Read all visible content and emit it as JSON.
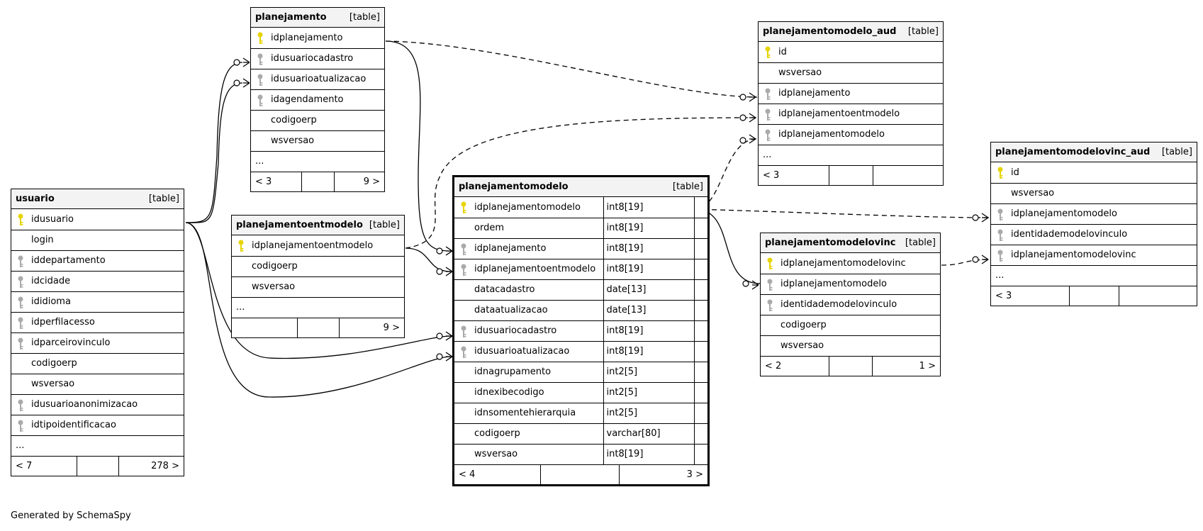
{
  "credit": "Generated by SchemaSpy",
  "tables": {
    "usuario": {
      "name": "usuario",
      "type": "[table]",
      "columns": [
        {
          "name": "idusuario",
          "key": "pk"
        },
        {
          "name": "login",
          "key": ""
        },
        {
          "name": "iddepartamento",
          "key": "fk"
        },
        {
          "name": "idcidade",
          "key": "fk"
        },
        {
          "name": "ididioma",
          "key": "fk"
        },
        {
          "name": "idperfilacesso",
          "key": "fk"
        },
        {
          "name": "idparceirovinculo",
          "key": "fk"
        },
        {
          "name": "codigoerp",
          "key": ""
        },
        {
          "name": "wsversao",
          "key": ""
        },
        {
          "name": "idusuarioanonimizacao",
          "key": "fk"
        },
        {
          "name": "idtipoidentificacao",
          "key": "fk"
        }
      ],
      "more": "...",
      "footer": [
        "< 7",
        "",
        "278 >"
      ]
    },
    "planejamento": {
      "name": "planejamento",
      "type": "[table]",
      "columns": [
        {
          "name": "idplanejamento",
          "key": "pk"
        },
        {
          "name": "idusuariocadastro",
          "key": "fk"
        },
        {
          "name": "idusuarioatualizacao",
          "key": "fk"
        },
        {
          "name": "idagendamento",
          "key": "fk"
        },
        {
          "name": "codigoerp",
          "key": ""
        },
        {
          "name": "wsversao",
          "key": ""
        }
      ],
      "more": "...",
      "footer": [
        "< 3",
        "",
        "9 >"
      ]
    },
    "planejamentoentmodelo": {
      "name": "planejamentoentmodelo",
      "type": "[table]",
      "columns": [
        {
          "name": "idplanejamentoentmodelo",
          "key": "pk"
        },
        {
          "name": "codigoerp",
          "key": ""
        },
        {
          "name": "wsversao",
          "key": ""
        }
      ],
      "more": "...",
      "footer": [
        "",
        "",
        "9 >"
      ]
    },
    "planejamentomodelo": {
      "name": "planejamentomodelo",
      "type": "[table]",
      "columns": [
        {
          "name": "idplanejamentomodelo",
          "dtype": "int8[19]",
          "key": "pk"
        },
        {
          "name": "ordem",
          "dtype": "int8[19]",
          "key": ""
        },
        {
          "name": "idplanejamento",
          "dtype": "int8[19]",
          "key": "fk"
        },
        {
          "name": "idplanejamentoentmodelo",
          "dtype": "int8[19]",
          "key": "fk"
        },
        {
          "name": "datacadastro",
          "dtype": "date[13]",
          "key": ""
        },
        {
          "name": "dataatualizacao",
          "dtype": "date[13]",
          "key": ""
        },
        {
          "name": "idusuariocadastro",
          "dtype": "int8[19]",
          "key": "fk"
        },
        {
          "name": "idusuarioatualizacao",
          "dtype": "int8[19]",
          "key": "fk"
        },
        {
          "name": "idnagrupamento",
          "dtype": "int2[5]",
          "key": ""
        },
        {
          "name": "idnexibecodigo",
          "dtype": "int2[5]",
          "key": ""
        },
        {
          "name": "idnsomentehierarquia",
          "dtype": "int2[5]",
          "key": ""
        },
        {
          "name": "codigoerp",
          "dtype": "varchar[80]",
          "key": ""
        },
        {
          "name": "wsversao",
          "dtype": "int8[19]",
          "key": ""
        }
      ],
      "footer": [
        "< 4",
        "",
        "3 >"
      ]
    },
    "planejamentomodelo_aud": {
      "name": "planejamentomodelo_aud",
      "type": "[table]",
      "columns": [
        {
          "name": "id",
          "key": "pk"
        },
        {
          "name": "wsversao",
          "key": ""
        },
        {
          "name": "idplanejamento",
          "key": "fk"
        },
        {
          "name": "idplanejamentoentmodelo",
          "key": "fk"
        },
        {
          "name": "idplanejamentomodelo",
          "key": "fk"
        }
      ],
      "more": "...",
      "footer": [
        "< 3",
        "",
        ""
      ]
    },
    "planejamentomodelovinc": {
      "name": "planejamentomodelovinc",
      "type": "[table]",
      "columns": [
        {
          "name": "idplanejamentomodelovinc",
          "key": "pk"
        },
        {
          "name": "idplanejamentomodelo",
          "key": "fk"
        },
        {
          "name": "identidademodelovinculo",
          "key": "fk"
        },
        {
          "name": "codigoerp",
          "key": ""
        },
        {
          "name": "wsversao",
          "key": ""
        }
      ],
      "footer": [
        "< 2",
        "",
        "1 >"
      ]
    },
    "planejamentomodelovinc_aud": {
      "name": "planejamentomodelovinc_aud",
      "type": "[table]",
      "columns": [
        {
          "name": "id",
          "key": "pk"
        },
        {
          "name": "wsversao",
          "key": ""
        },
        {
          "name": "idplanejamentomodelo",
          "key": "fk"
        },
        {
          "name": "identidademodelovinculo",
          "key": "fk"
        },
        {
          "name": "idplanejamentomodelovinc",
          "key": "fk"
        }
      ],
      "more": "...",
      "footer": [
        "< 3",
        "",
        ""
      ]
    }
  },
  "colors": {
    "pk_key": "#e6d400",
    "fk_key": "#aaaaaa"
  }
}
